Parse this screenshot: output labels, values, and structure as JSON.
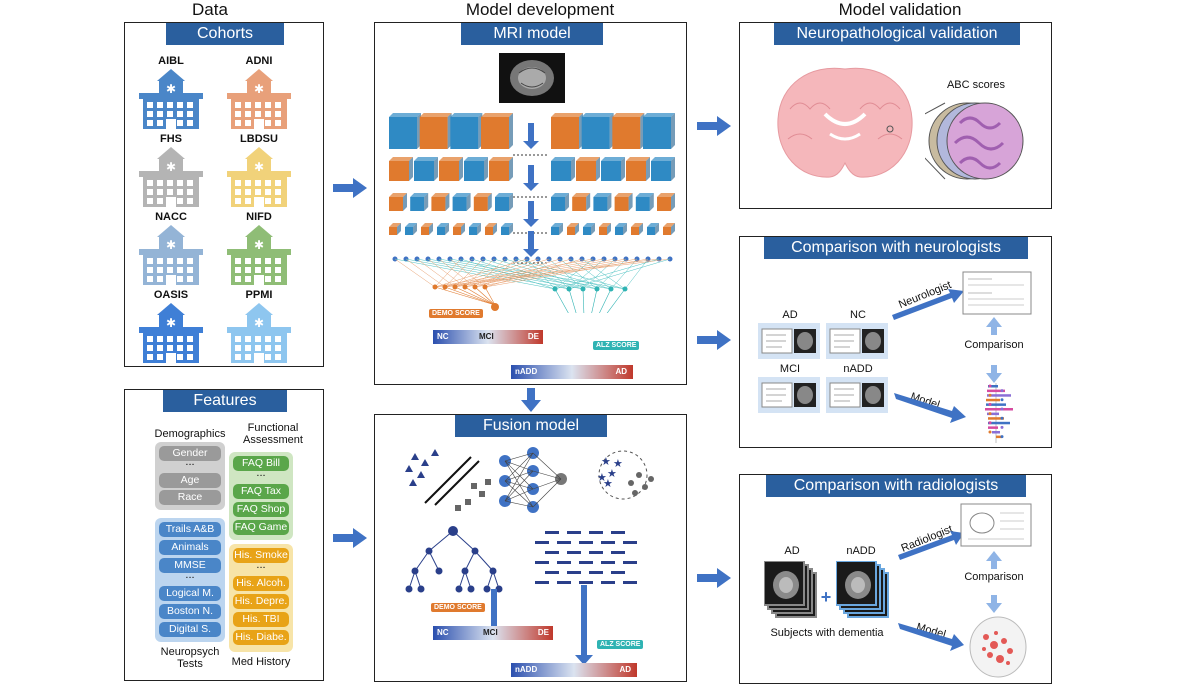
{
  "columns": {
    "data": "Data",
    "model_dev": "Model development",
    "validation": "Model validation"
  },
  "cohorts": {
    "title": "Cohorts",
    "items": [
      {
        "name": "AIBL",
        "color": "#4a86c8"
      },
      {
        "name": "ADNI",
        "color": "#e8a07a"
      },
      {
        "name": "FHS",
        "color": "#b4b4b4"
      },
      {
        "name": "LBDSU",
        "color": "#f1d27a"
      },
      {
        "name": "NACC",
        "color": "#94b4d6"
      },
      {
        "name": "NIFD",
        "color": "#8fbd76"
      },
      {
        "name": "OASIS",
        "color": "#3f7fd6"
      },
      {
        "name": "PPMI",
        "color": "#8ec6ef"
      }
    ]
  },
  "features": {
    "title": "Features",
    "demographics_label": "Demographics",
    "functional_label_1": "Functional",
    "functional_label_2": "Assessment",
    "demographics": [
      "Gender",
      "...",
      "Age",
      "Race"
    ],
    "functional": [
      "FAQ Bill",
      "...",
      "FAQ Tax",
      "FAQ Shop",
      "FAQ Game"
    ],
    "neuropsych": [
      "Trails A&B",
      "Animals",
      "MMSE",
      "...",
      "Logical M.",
      "Boston N.",
      "Digital S."
    ],
    "history": [
      "His. Smoke",
      "...",
      "His. Alcoh.",
      "His. Depre.",
      "His. TBI",
      "His. Diabe."
    ],
    "neuropsych_label_1": "Neuropsych",
    "neuropsych_label_2": "Tests",
    "history_label": "Med History"
  },
  "mri": {
    "title": "MRI model",
    "demo_score": "DEMO SCORE",
    "alz_score": "ALZ SCORE",
    "bar1": [
      "NC",
      "MCI",
      "DE"
    ],
    "bar2": [
      "nADD",
      "AD"
    ]
  },
  "fusion": {
    "title": "Fusion model",
    "demo_score": "DEMO SCORE",
    "alz_score": "ALZ SCORE",
    "bar1": [
      "NC",
      "MCI",
      "DE"
    ],
    "bar2": [
      "nADD",
      "AD"
    ]
  },
  "neuropath": {
    "title": "Neuropathological validation",
    "abc": "ABC scores"
  },
  "neurologists": {
    "title": "Comparison with neurologists",
    "ad": "AD",
    "nc": "NC",
    "mci": "MCI",
    "nadd": "nADD",
    "neurologist": "Neurologist",
    "model": "Model",
    "comparison": "Comparison"
  },
  "radiologists": {
    "title": "Comparison with radiologists",
    "ad": "AD",
    "nadd": "nADD",
    "radiologist": "Radiologist",
    "model": "Model",
    "comparison": "Comparison",
    "subjects": "Subjects with dementia"
  },
  "colors": {
    "banner": "#2a5f9e",
    "arrow": "#3f72c4",
    "teal": "#2fb3b3",
    "orange": "#e07a2e",
    "blue_cube": "#2f8ac4"
  }
}
